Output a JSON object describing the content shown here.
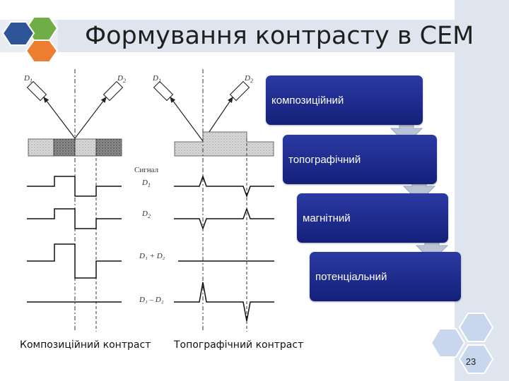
{
  "slide": {
    "title": "Формування контрасту в СЕМ",
    "page_number": "23"
  },
  "flow": {
    "steps": [
      {
        "label": "композиційний"
      },
      {
        "label": "топографічний"
      },
      {
        "label": "магнітний"
      },
      {
        "label": "потенціальний"
      }
    ]
  },
  "captions": {
    "left": "Композиційний контраст",
    "right": "Топографічний контраст"
  },
  "diagram": {
    "detector_1": "D",
    "detector_1_sub": "1",
    "detector_2": "D",
    "detector_2_sub": "2",
    "signal_label": "Сигнал",
    "row_d1": "D",
    "row_d1_sub": "1",
    "row_d2": "D",
    "row_d2_sub": "2",
    "row_sum": "D₁ + D₂",
    "row_diff": "D₁ – D₂"
  },
  "colors": {
    "flow_box": "#1b2790",
    "arrow": "#b8c3d6",
    "hex_blue": "#2e5597",
    "hex_green": "#70ad47",
    "hex_orange": "#ed7d31",
    "hex_light": "#c9d7ee"
  }
}
